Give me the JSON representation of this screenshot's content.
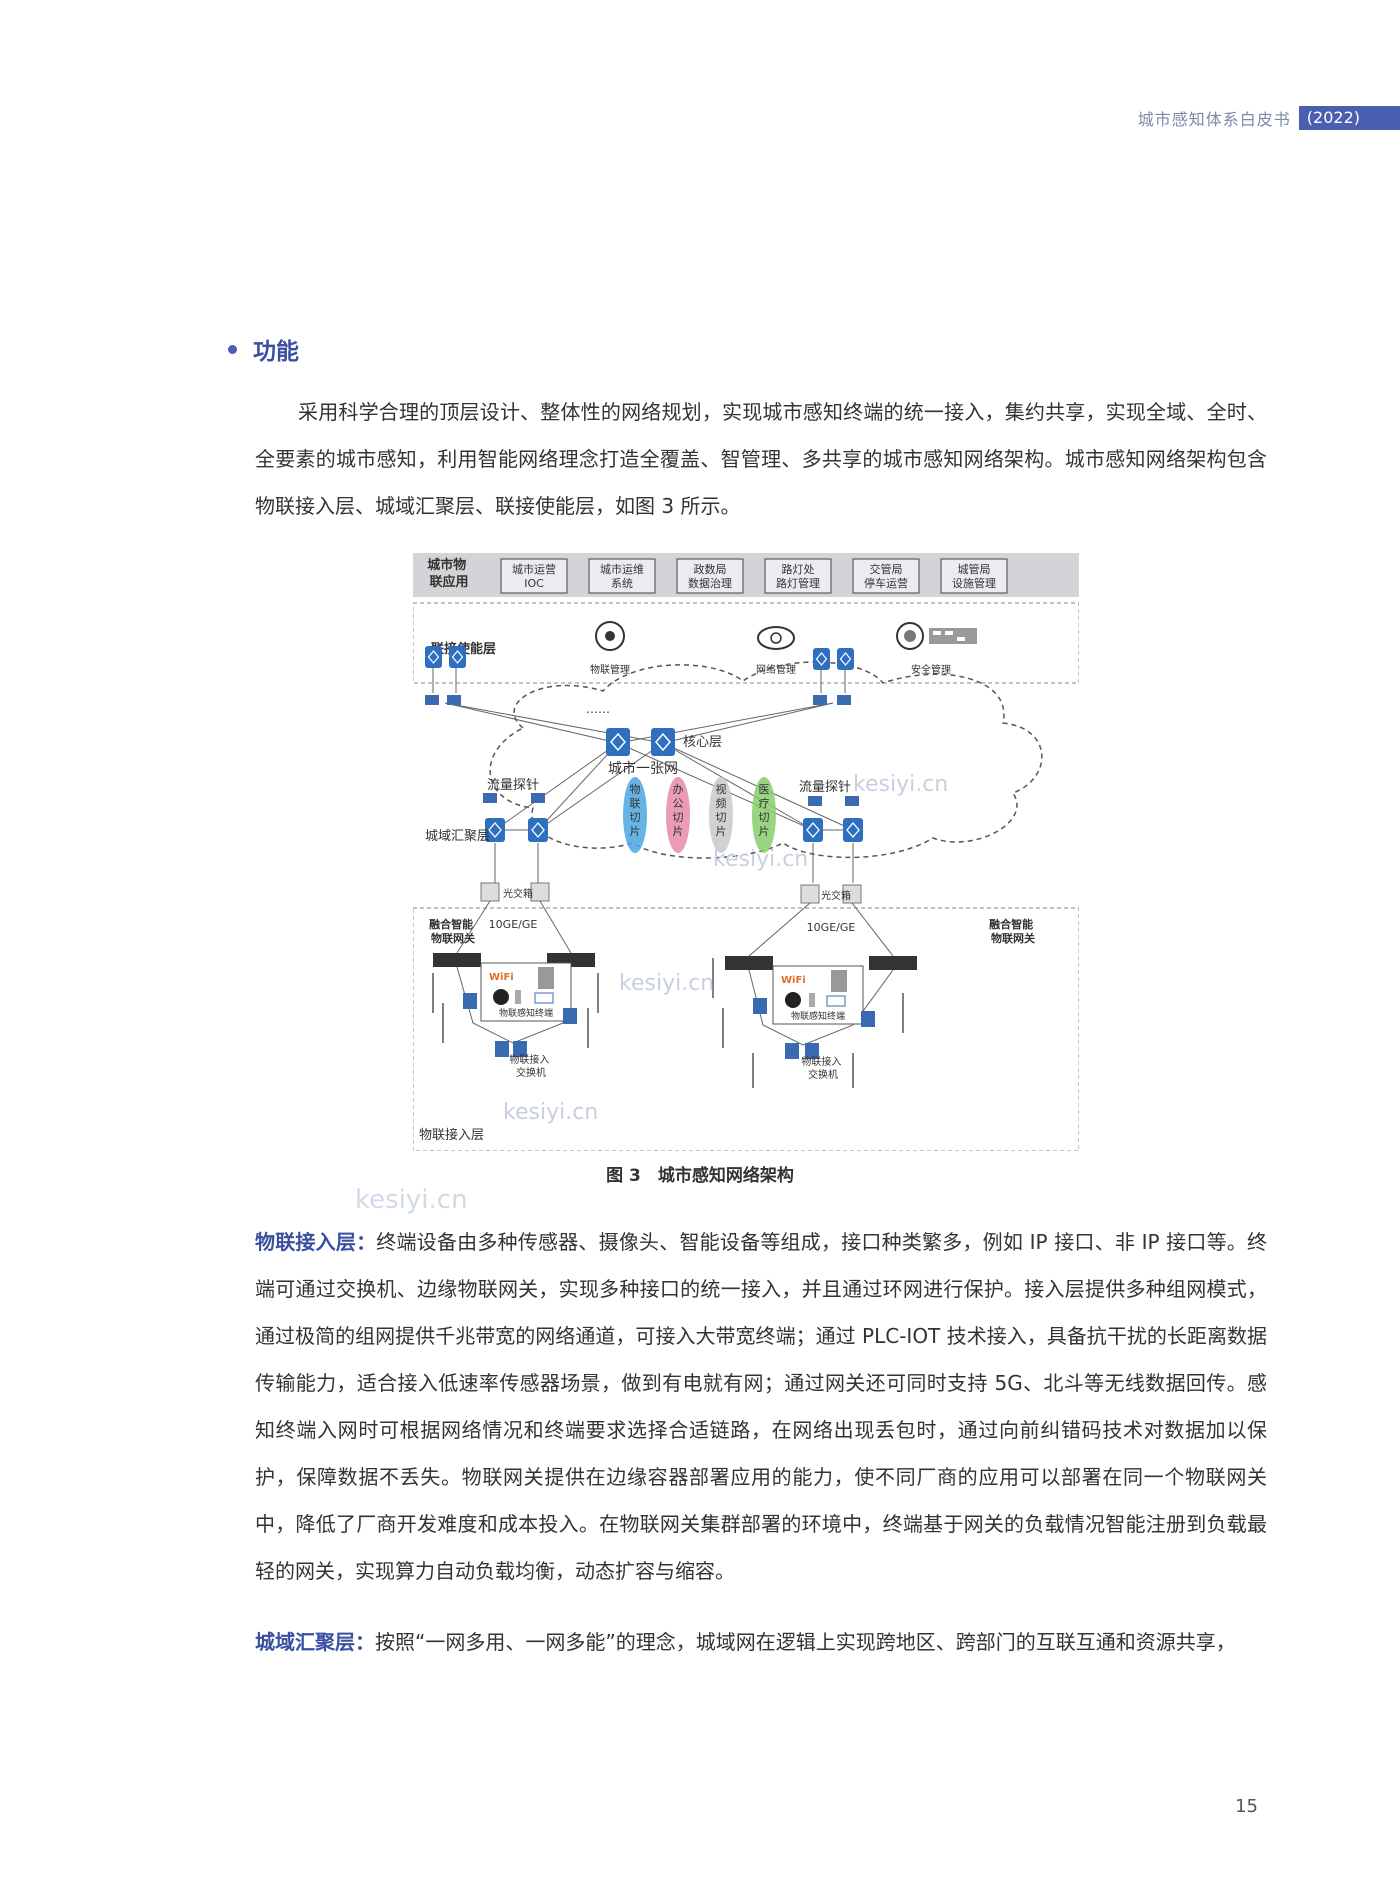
{
  "header": {
    "title": "城市感知体系白皮书",
    "year": "(2022)"
  },
  "section": {
    "title": "功能"
  },
  "paragraphs": {
    "intro": "采用科学合理的顶层设计、整体性的网络规划，实现城市感知终端的统一接入，集约共享，实现全域、全时、全要素的城市感知，利用智能网络理念打造全覆盖、智管理、多共享的城市感知网络架构。城市感知网络架构包含物联接入层、城域汇聚层、联接使能层，如图 3 所示。",
    "access_label": "物联接入层：",
    "access_text": "终端设备由多种传感器、摄像头、智能设备等组成，接口种类繁多，例如 IP 接口、非 IP 接口等。终端可通过交换机、边缘物联网关，实现多种接口的统一接入，并且通过环网进行保护。接入层提供多种组网模式，通过极简的组网提供千兆带宽的网络通道，可接入大带宽终端；通过 PLC-IOT 技术接入，具备抗干扰的长距离数据传输能力，适合接入低速率传感器场景，做到有电就有网；通过网关还可同时支持 5G、北斗等无线数据回传。感知终端入网时可根据网络情况和终端要求选择合适链路，在网络出现丢包时，通过向前纠错码技术对数据加以保护，保障数据不丢失。物联网关提供在边缘容器部署应用的能力，使不同厂商的应用可以部署在同一个物联网关中，降低了厂商开发难度和成本投入。在物联网关集群部署的环境中，终端基于网关的负载情况智能注册到负载最轻的网关，实现算力自动负载均衡，动态扩容与缩容。",
    "metro_label": "城域汇聚层：",
    "metro_text": "按照“一网多用、一网多能”的理念，城域网在逻辑上实现跨地区、跨部门的互联互通和资源共享，"
  },
  "figure": {
    "caption": "图 3　城市感知网络架构",
    "app_layer": "城市物\n联应用",
    "apps": [
      [
        "城市运营",
        "IOC"
      ],
      [
        "城市运维",
        "系统"
      ],
      [
        "政数局",
        "数据治理"
      ],
      [
        "路灯处",
        "路灯管理"
      ],
      [
        "交管局",
        "停车运营"
      ],
      [
        "城管局",
        "设施管理"
      ]
    ],
    "enable_layer": "联接使能层",
    "enable_items": [
      "物联管理",
      "网络管理",
      "安全管理"
    ],
    "core_label": "核心层",
    "city_net": "城市一张网",
    "dots": "……",
    "probe_left": "流量探针",
    "probe_right": "流量探针",
    "metro_layer": "城域汇聚层",
    "slices": [
      {
        "label": "物联切片",
        "color": "#4aa7e0"
      },
      {
        "label": "办公切片",
        "color": "#e889a6"
      },
      {
        "label": "视频切片",
        "color": "#c9c9c9"
      },
      {
        "label": "医疗切片",
        "color": "#86cc6c"
      }
    ],
    "odf": "光交箱",
    "link_speed": "10GE/GE",
    "gateway": "融合智能\n物联网关",
    "terminal": "物联感知终端",
    "switch": "物联接入\n交换机",
    "wifi": "WiFi",
    "access_layer": "物联接入层"
  },
  "watermark": "kesiyi.cn",
  "page_number": "15",
  "colors": {
    "accent": "#3b4fa0",
    "header_bar": "#4a5fb0",
    "node": "#2e6fc0"
  }
}
